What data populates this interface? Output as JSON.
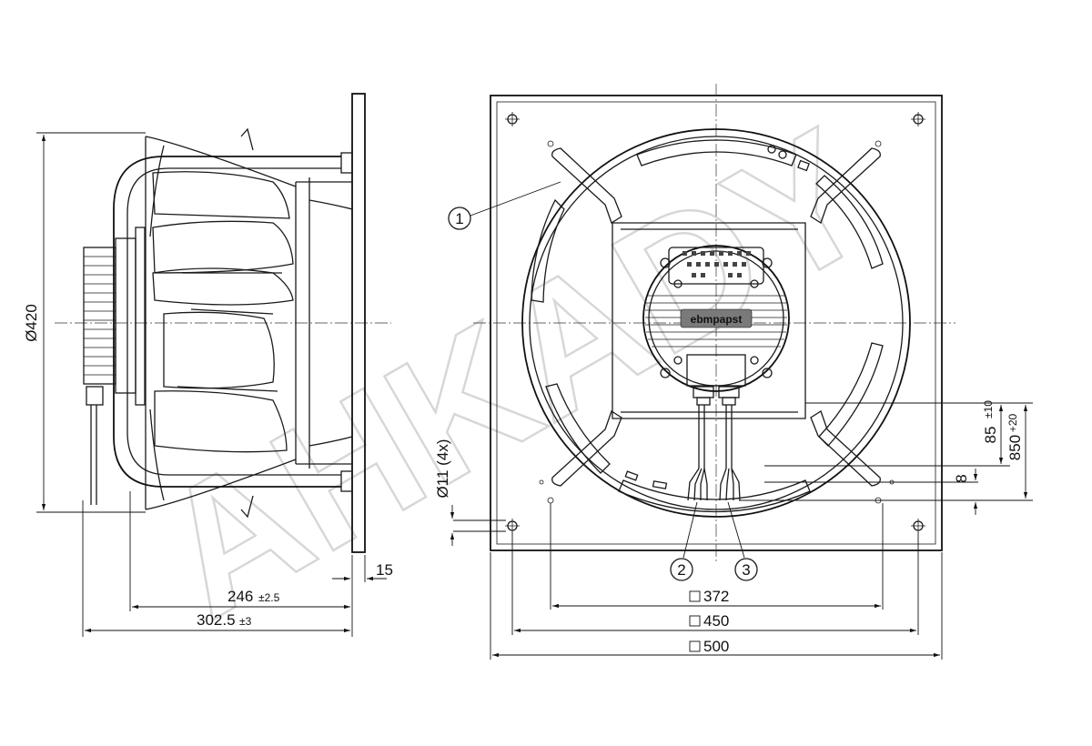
{
  "watermark": "AHKADY",
  "dimensions": {
    "diameter": "Ø420",
    "depth": "246",
    "depth_tol": "±2.5",
    "overall_depth": "302.5",
    "overall_depth_tol": "±3",
    "plate_thickness": "15",
    "hole_spacing": "372",
    "plate_width": "450",
    "plate_outer": "500",
    "mount_hole": "Ø11 (4x)",
    "cable_offset": "85",
    "cable_offset_tol": "±10",
    "cable_length": "850",
    "cable_length_tol": "+20",
    "cable_gap": "8"
  },
  "callouts": [
    "1",
    "2",
    "3"
  ],
  "brand": "ebmpapst"
}
